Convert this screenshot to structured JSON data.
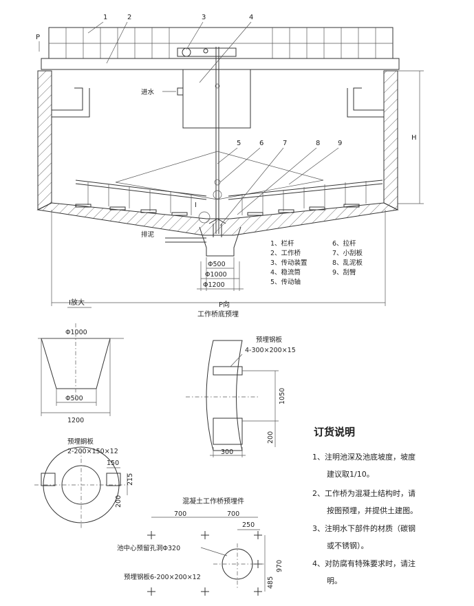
{
  "main_view": {
    "callouts": [
      "1",
      "2",
      "3",
      "4",
      "5",
      "6",
      "7",
      "8",
      "9"
    ],
    "view_marker": "P",
    "inlet_label": "进水",
    "sludge_label": "排泥",
    "detail_marker": "I",
    "height_label": "H",
    "dim_d500": "Φ500",
    "dim_d1000": "Φ1000",
    "dim_d1200": "Φ1200"
  },
  "legend": {
    "items": [
      "1、栏杆",
      "2、工作桥",
      "3、传动装置",
      "4、稳流筒",
      "5、传动轴",
      "6、拉杆",
      "7、小刮板",
      "8、乱泥板",
      "9、刮臂"
    ]
  },
  "detail_i": {
    "title": "I放大",
    "top_diameter": "Φ1000",
    "bottom_diameter": "Φ500",
    "width": "1200"
  },
  "view_p": {
    "title": "P向",
    "subtitle": "工作桥底预埋",
    "plate_label": "预埋钢板",
    "plate_spec": "4-300×200×15",
    "dim_vertical": "1050",
    "dim_small": "200",
    "dim_width": "300"
  },
  "plan_plate": {
    "label": "预埋钢板",
    "spec": "2-200×150×12",
    "dim_150": "150",
    "dim_215": "215",
    "dim_200": "200"
  },
  "concrete_bridge": {
    "title": "混凝土工作桥预埋件",
    "dim_700_a": "700",
    "dim_700_b": "700",
    "dim_250": "250",
    "hole_label": "池中心预留孔洞Φ320",
    "plate_label": "预埋钢板6-200×200×12",
    "dim_970": "970",
    "dim_485": "485"
  },
  "order_notes": {
    "title": "订货说明",
    "lines": [
      "1、注明池深及池底坡度，坡度",
      "建议取1/10。",
      "2、工作桥为混凝土结构时，请",
      "按图预埋，并提供土建图。",
      "3、注明水下部件的材质（碳钢",
      "或不锈钢）。",
      "4、对防腐有特殊要求时，请注",
      "明。"
    ]
  }
}
